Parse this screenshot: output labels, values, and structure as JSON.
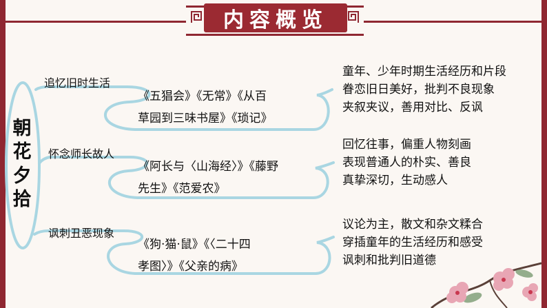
{
  "header": {
    "title": "内容概览"
  },
  "mindmap": {
    "central_topic": [
      "朝",
      "花",
      "夕",
      "拾"
    ],
    "branches": [
      {
        "label": "追忆旧时生活",
        "works": [
          "《五猖会》《无常》《从百",
          "草园到三味书屋》《琐记》"
        ],
        "notes": [
          "童年、少年时期生活经历和片段",
          "眷恋旧日美好，批判不良现象",
          "夹叙夹议，善用对比、反讽"
        ]
      },
      {
        "label": "怀念师长故人",
        "works": [
          "《阿长与〈山海经〉》《藤野",
          "先生》《范爱农》"
        ],
        "notes": [
          "回忆往事，偏重人物刻画",
          "表现普通人的朴实、善良",
          "真挚深切，生动感人"
        ]
      },
      {
        "label": "讽刺丑恶现象",
        "works": [
          "《狗·猫·鼠》《〈二十四",
          "孝图〉》《父亲的病》"
        ],
        "notes": [
          "议论为主，散文和杂文糅合",
          "穿插童年的生活经历和感受",
          "讽刺和批判旧道德"
        ]
      }
    ]
  },
  "colors": {
    "accent": "#9b2a32",
    "connector": "#a9d6e2",
    "frame": "#8f2731"
  }
}
